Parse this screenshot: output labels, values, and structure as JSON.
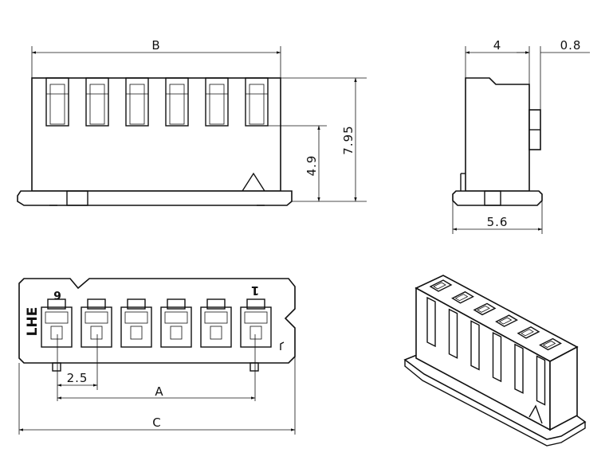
{
  "dimensions": {
    "width_b": "B",
    "height_total": "7.95",
    "height_slot": "4.9",
    "depth": "4",
    "rib": "0.8",
    "base_depth": "5.6",
    "pitch": "2.5",
    "span_a": "A",
    "length_c": "C"
  },
  "bottom_view": {
    "brand": "LHE",
    "pin_last": "6",
    "pin_first": "1"
  }
}
